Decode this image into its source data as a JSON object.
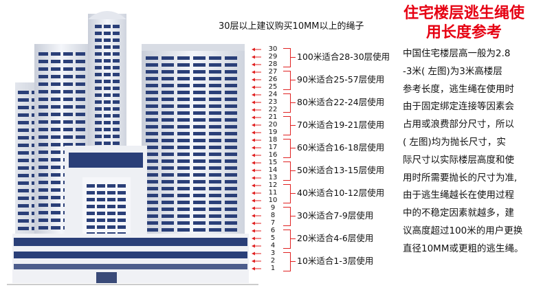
{
  "title": {
    "line1": "住宅楼层逃生绳使",
    "line2": "用长度参考"
  },
  "top_note": "30层以上建议购买10MM以上的绳子",
  "floors": [
    "30",
    "29",
    "28",
    "27",
    "26",
    "25",
    "24",
    "23",
    "22",
    "21",
    "20",
    "19",
    "18",
    "17",
    "16",
    "15",
    "14",
    "13",
    "12",
    "11",
    "10",
    "9",
    "8",
    "7",
    "6",
    "5",
    "4",
    "3",
    "2",
    "1"
  ],
  "ranges": [
    {
      "label": "100米适合28-30层使用",
      "top": "30",
      "bottom": "28"
    },
    {
      "label": "90米适合25-57层使用",
      "top": "27",
      "bottom": "25"
    },
    {
      "label": "80米适合22-24层使用",
      "top": "24",
      "bottom": "22"
    },
    {
      "label": "70米适合19-21层使用",
      "top": "21",
      "bottom": "19"
    },
    {
      "label": "60米适合16-18层使用",
      "top": "18",
      "bottom": "16"
    },
    {
      "label": "50米适合13-15层使用",
      "top": "15",
      "bottom": "13"
    },
    {
      "label": "40米适合10-12层使用",
      "top": "12",
      "bottom": "10"
    },
    {
      "label": "30米适合7-9层使用",
      "top": "9",
      "bottom": "7"
    },
    {
      "label": "20米适合4-6层使用",
      "top": "6",
      "bottom": "4"
    },
    {
      "label": "10米适合1-3层使用",
      "top": "3",
      "bottom": "1"
    }
  ],
  "description": [
    "中国住宅楼层高一般为2.8",
    "-3米( 左图)为3米高楼层",
    "参考长度，逃生绳在使用时",
    "由于固定绑定连接等因素会",
    "占用或浪费部分尺寸，所以",
    "( 左图)均为抛长尺寸，实",
    "际尺寸以实际楼层高度和使",
    "用时所需要抛长的尺寸为准,",
    "由于逃生绳越长在使用过程",
    "中的不稳定因素就越多，建",
    "议高度超过100米的用户更换",
    "直径10MM或更粗的逃生绳。"
  ],
  "colors": {
    "accent_red": "#e60012",
    "bracket_red": "#e02020",
    "arrow_red": "#e02020",
    "window_blue": "#2a3f78"
  }
}
